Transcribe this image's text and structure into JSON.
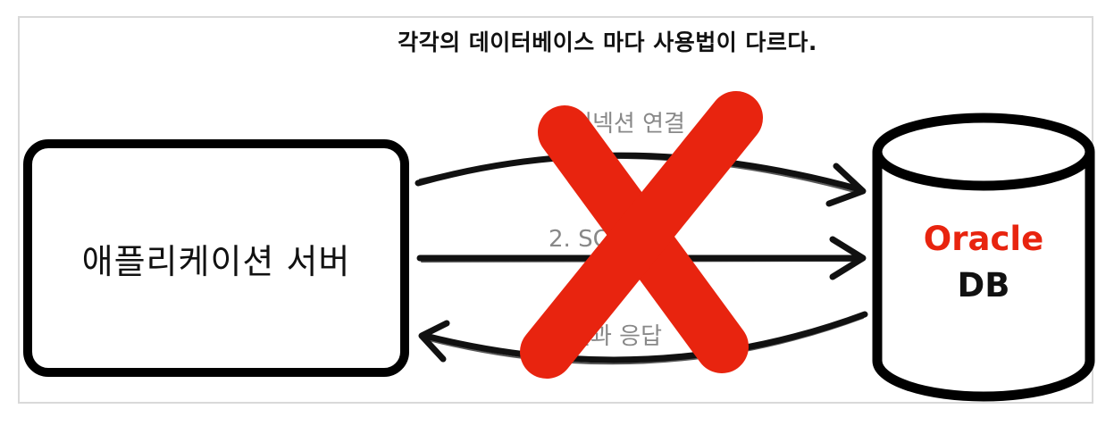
{
  "title": "각각의 데이터베이스 마다 사용법이 다르다.",
  "app_server": {
    "label": "애플리케이션 서버"
  },
  "arrows": [
    {
      "label": "1. 커넥션 연결"
    },
    {
      "label": "2. SQL 전달"
    },
    {
      "label": "3. 결과 응답"
    }
  ],
  "database": {
    "name": "Oracle",
    "type": "DB",
    "name_color": "#e8240f"
  },
  "cross_mark": {
    "color": "#e8240f",
    "icon": "cross-out-x"
  }
}
